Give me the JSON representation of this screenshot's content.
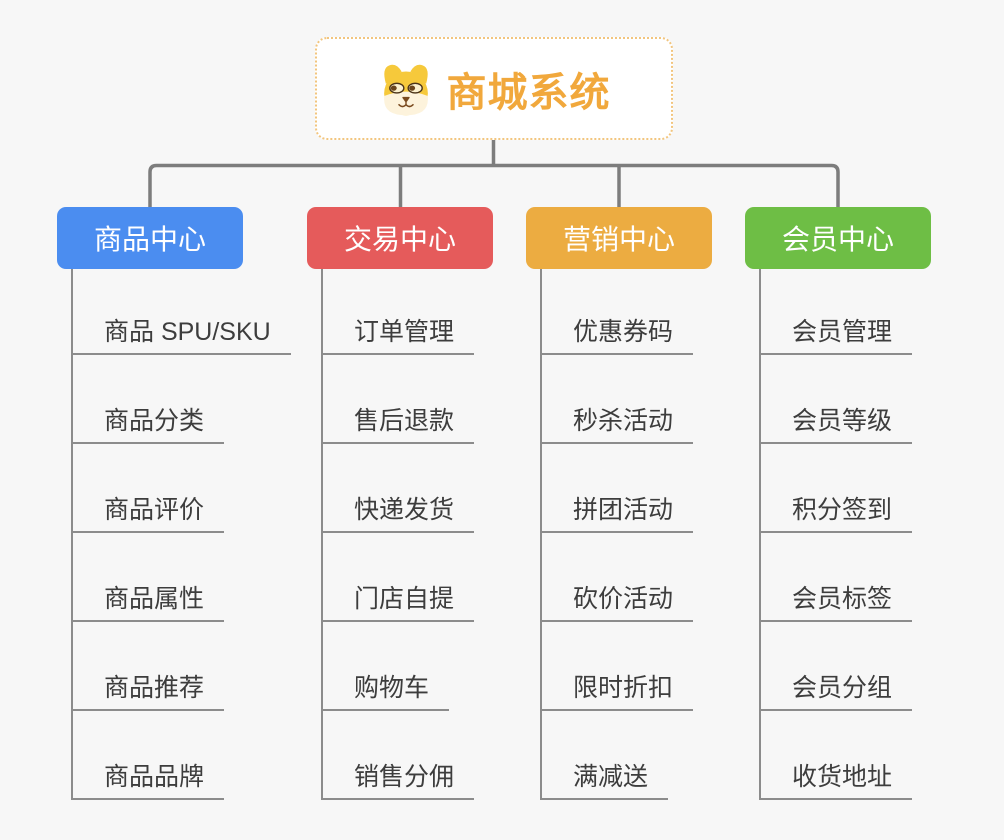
{
  "app": {
    "background_color": "#f7f7f7",
    "connector_color": "#7d7d7d",
    "leaf_line_color": "#8c8c8c",
    "leaf_text_color": "#3d3d3d"
  },
  "root": {
    "label": "商城系统",
    "icon": "dog-face-icon",
    "text_color": "#f1a83c",
    "border_color": "#f2c57e"
  },
  "branches": [
    {
      "label": "商品中心",
      "color": "#4b8df0",
      "children": [
        "商品 SPU/SKU",
        "商品分类",
        "商品评价",
        "商品属性",
        "商品推荐",
        "商品品牌"
      ]
    },
    {
      "label": "交易中心",
      "color": "#e55b5b",
      "children": [
        "订单管理",
        "售后退款",
        "快递发货",
        "门店自提",
        "购物车",
        "销售分佣"
      ]
    },
    {
      "label": "营销中心",
      "color": "#ecac41",
      "children": [
        "优惠券码",
        "秒杀活动",
        "拼团活动",
        "砍价活动",
        "限时折扣",
        "满减送"
      ]
    },
    {
      "label": "会员中心",
      "color": "#6ebe45",
      "children": [
        "会员管理",
        "会员等级",
        "积分签到",
        "会员标签",
        "会员分组",
        "收货地址"
      ]
    }
  ]
}
